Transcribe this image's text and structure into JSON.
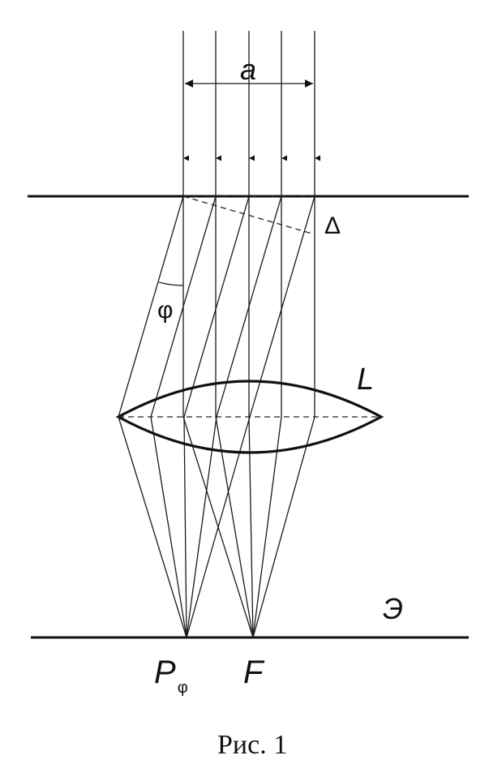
{
  "labels": {
    "width": "a",
    "delta": "Δ",
    "angle": "φ",
    "lens": "L",
    "screen": "Э",
    "point_p": "P",
    "point_p_sub": "φ",
    "point_f": "F"
  },
  "caption": "Рис. 1"
}
